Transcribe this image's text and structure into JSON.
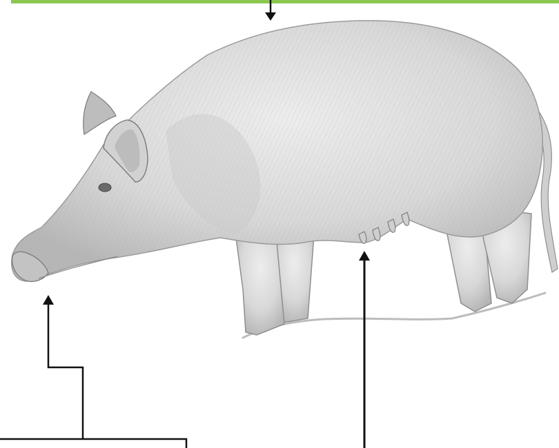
{
  "figure": {
    "subject": "pig-drawing",
    "accent_color": "#8cc850",
    "line_color": "#111111",
    "sketch_shades": {
      "body": "#d7d7d7",
      "shadow": "#bdbdbd",
      "outline": "#8f8f8f",
      "ground": "#b8b8b8"
    },
    "pointers": [
      {
        "id": "back",
        "target": "back"
      },
      {
        "id": "snout",
        "target": "snout"
      },
      {
        "id": "teats",
        "target": "teats"
      }
    ]
  }
}
